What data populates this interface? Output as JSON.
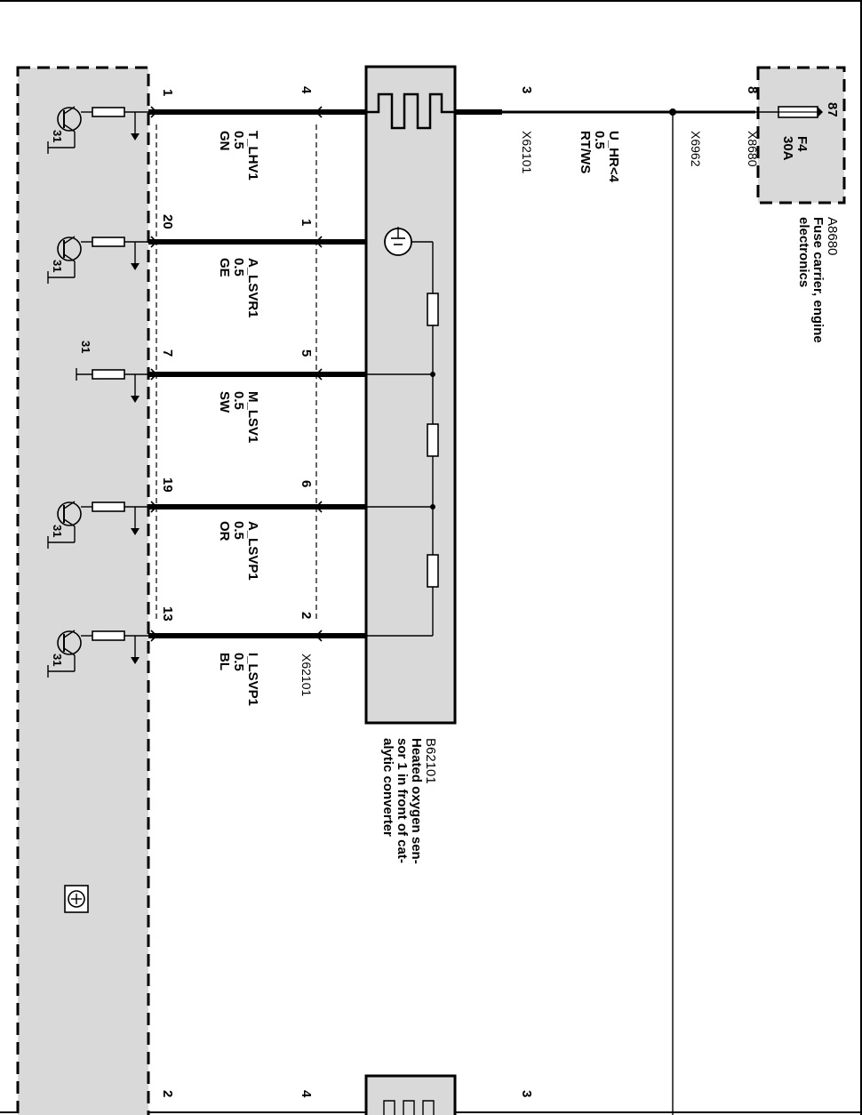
{
  "ecu": {
    "ground_label": "31",
    "pins": [
      "1",
      "20",
      "7",
      "19",
      "13",
      "2"
    ]
  },
  "sensor": {
    "id": "B62101",
    "name": "Heated oxygen sen-\nsor 1 in front of cat-\nalytic converter",
    "connector": "X62101",
    "pins": [
      "4",
      "1",
      "5",
      "6",
      "2",
      "4"
    ]
  },
  "signals": [
    {
      "name": "T_LHV1",
      "gauge": "0.5",
      "color": "GN"
    },
    {
      "name": "A_LSVR1",
      "gauge": "0.5",
      "color": "GE"
    },
    {
      "name": "M_LSV1",
      "gauge": "0.5",
      "color": "SW"
    },
    {
      "name": "A_LSVP1",
      "gauge": "0.5",
      "color": "OR"
    },
    {
      "name": "I_LSVP1",
      "gauge": "0.5",
      "color": "BL"
    }
  ],
  "heater_feed": {
    "name": "U_HR<4",
    "gauge": "0.5",
    "color": "RT/WS",
    "sensor_pin": "3",
    "sensor_connector": "X62101",
    "splice": "X6962",
    "fuse_pin": "8",
    "fuse_connector": "X8680"
  },
  "fuse_carrier": {
    "id": "A8680",
    "name": "Fuse carrier, engine\nelectronics",
    "terminal": "87",
    "fuse": "F4",
    "rating": "30A"
  },
  "bottom_pins": [
    "2",
    "4",
    "3"
  ]
}
